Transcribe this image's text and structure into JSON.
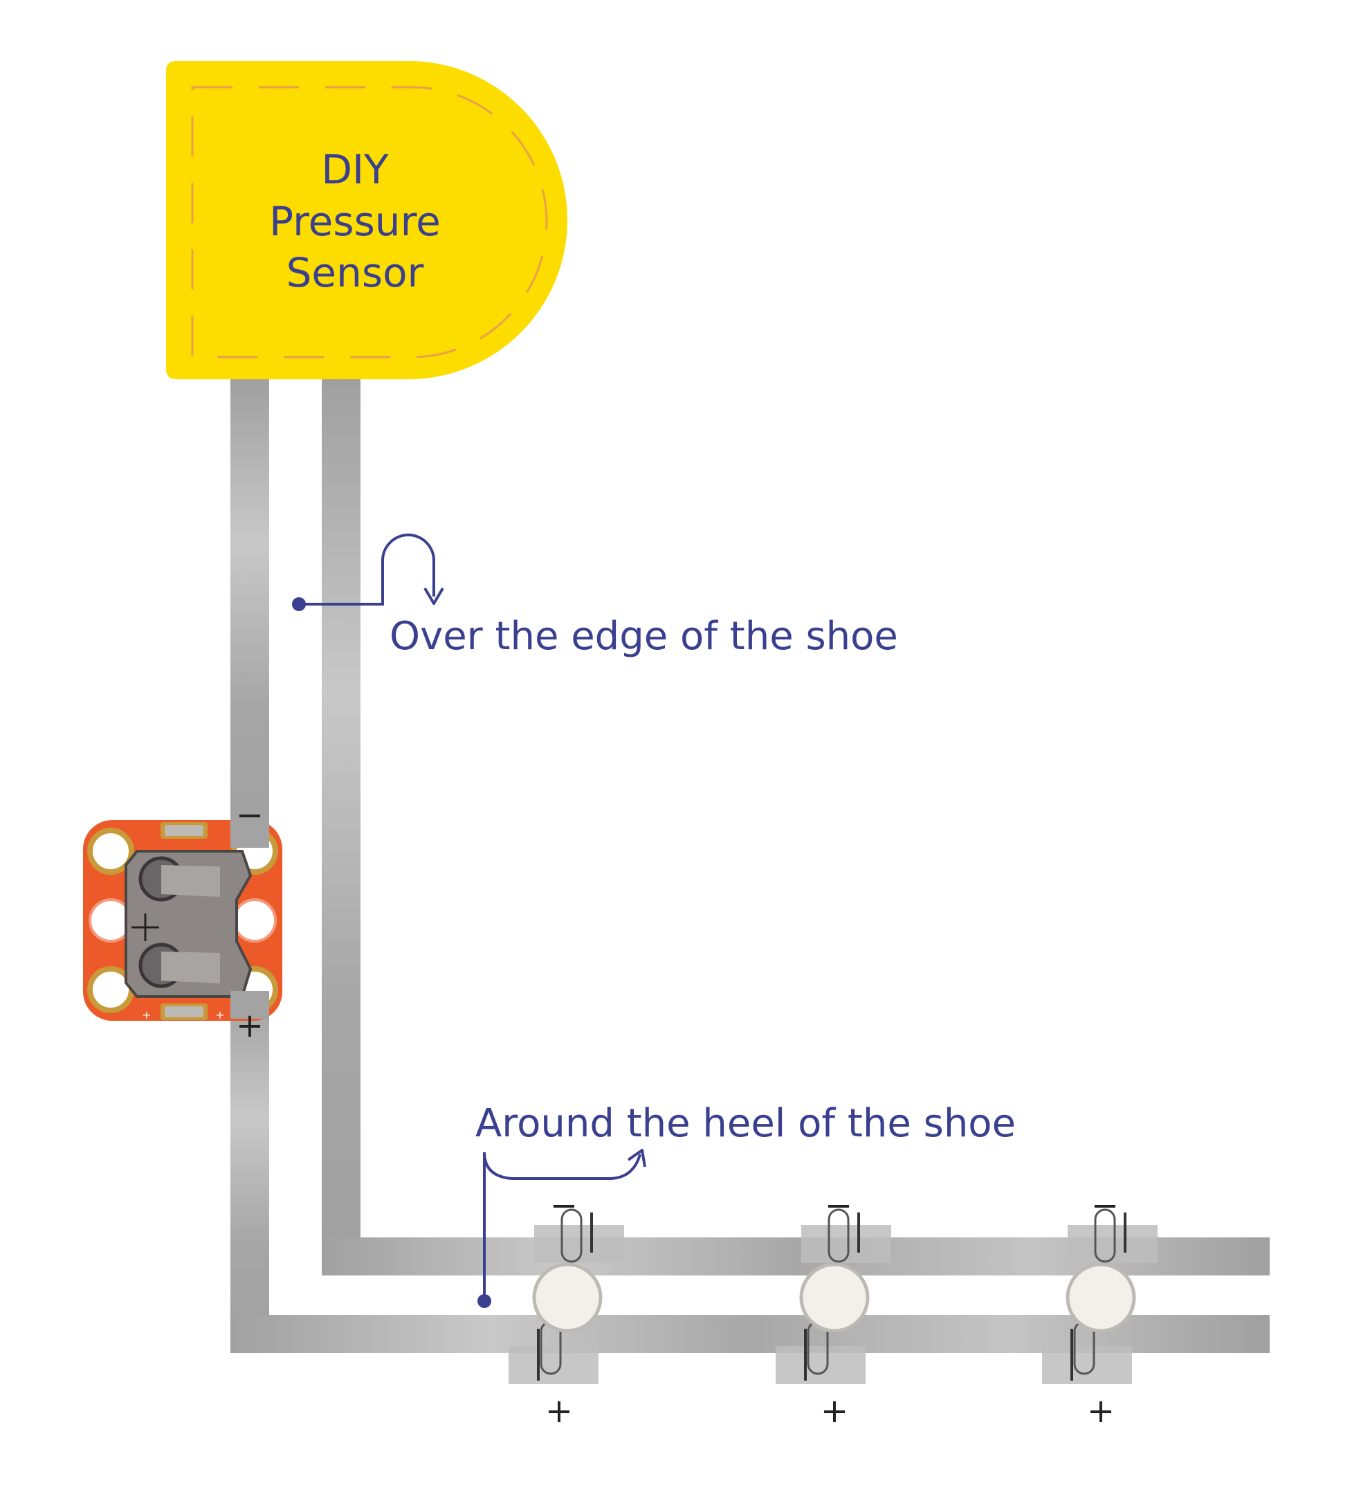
{
  "sensor": {
    "line1": "DIY",
    "line2": "Pressure",
    "line3": "Sensor"
  },
  "notes": {
    "over_edge": "Over the edge of the shoe",
    "around_heel": "Around the heel of the shoe"
  },
  "signs": {
    "minus": "−",
    "plus": "+"
  },
  "colors": {
    "sensor_fill": "#fddd00",
    "stitch": "#e8a14a",
    "label": "#3a3f8f",
    "conductive_tape": "#a3a3a3",
    "battery_board": "#ec5a2a",
    "battery_holder": "#8c8784",
    "led": "#f2f0ea"
  },
  "icons": [
    "pressure-sensor",
    "coin-cell-battery-holder",
    "sewable-led",
    "curved-arrow"
  ]
}
